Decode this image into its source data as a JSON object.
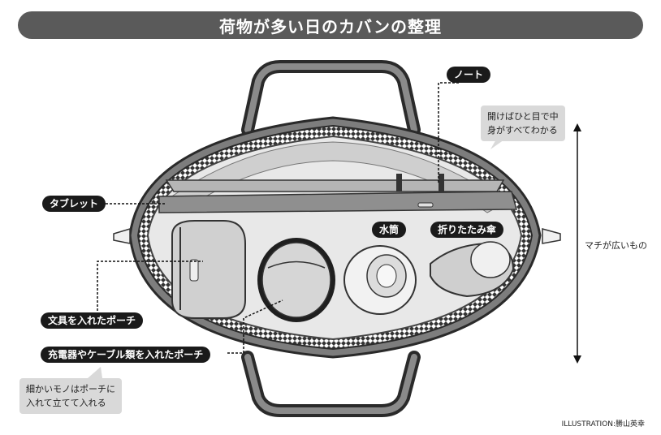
{
  "title": "荷物が多い日のカバンの整理",
  "labels": {
    "notebook": "ノート",
    "tablet": "タブレット",
    "bottle": "水筒",
    "umbrella": "折りたたみ傘",
    "stationery": "文具を入れたポーチ",
    "charger": "充電器やケーブル類を入れたポーチ"
  },
  "notes": {
    "open_line1": "開けばひと目で中",
    "open_line2": "身がすべてわかる",
    "small_line1": "細かいモノはポーチに",
    "small_line2": "入れて立てて入れる"
  },
  "side_label": "マチが広いもの",
  "credit": "ILLUSTRATION:勝山英幸",
  "colors": {
    "banner": "#5a5a5a",
    "pill": "#1a1a1a",
    "note_bg": "#d9d9d9",
    "bag_outer": "#7d7d7d",
    "bag_inner": "#e8e8e8"
  },
  "icons": [
    "bag-illustration",
    "vertical-double-arrow-icon"
  ]
}
